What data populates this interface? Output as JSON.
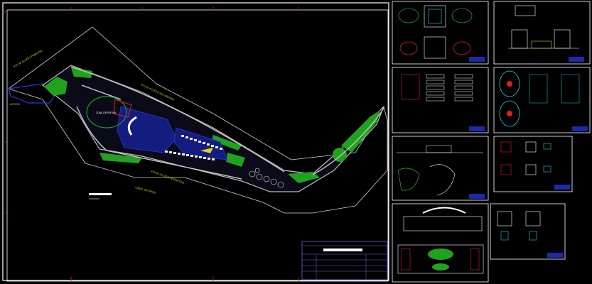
{
  "sheet_labels": {
    "road_north": "VIA DE ACCESO PRINCIPAL",
    "road_mid": "VIA DE ACCESO SECUNDARIA",
    "road_south_1": "VIA DE ACCESO PERIMETRAL",
    "road_south_2": "CANAL DE RIEGO",
    "access_label": "ACCESO",
    "zone_sport": "ZONA DEPORTIVA"
  },
  "title_block": {
    "heading": "PLANO GENERAL",
    "rows": [
      "",
      "",
      "",
      "",
      ""
    ]
  },
  "colors": {
    "background": "#000000",
    "frame": "#ffffff",
    "site_boundary": "#ffffff",
    "road": "#bfbfbf",
    "green_area": "#1fa31f",
    "blue_zone": "#1a2aa8",
    "red_line": "#e02020",
    "cyan": "#20d0e0",
    "magenta": "#c020c0",
    "yellow": "#e0d020"
  }
}
